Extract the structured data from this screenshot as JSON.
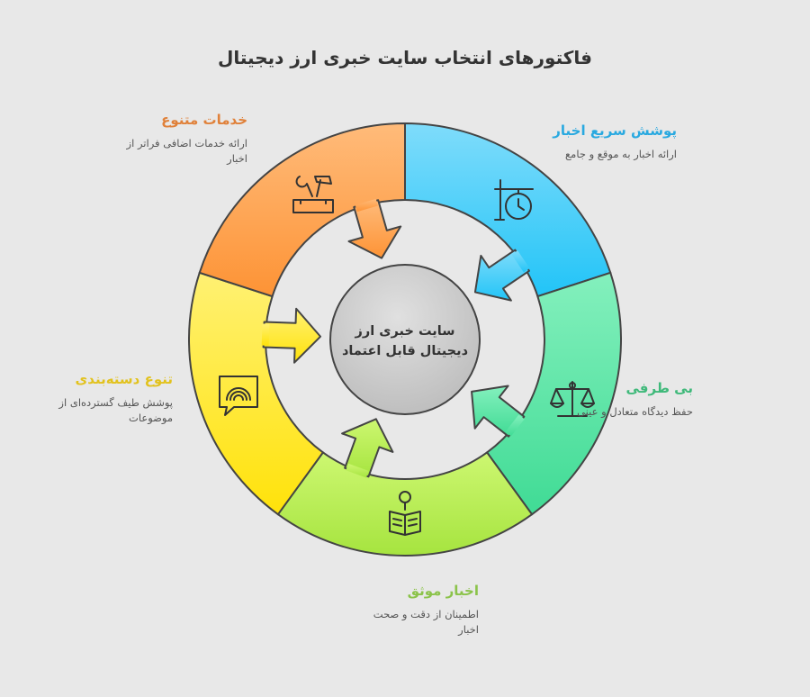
{
  "title": "فاکتورهای انتخاب سایت خبری ارز دیجیتال",
  "center": {
    "line1": "سایت خبری ارز",
    "line2": "دیجیتال قابل اعتماد"
  },
  "factors": [
    {
      "id": "fast",
      "title": "پوشش سریع اخبار",
      "desc": "ارائه اخبار به موقع و جامع",
      "color": "#29a9e0",
      "icon": "clock-sign-icon"
    },
    {
      "id": "neutral",
      "title": "بی طرفی",
      "desc": "حفظ دیدگاه متعادل و عینی",
      "color": "#3fb97a",
      "icon": "balance-scale-icon"
    },
    {
      "id": "reliable",
      "title": "اخبار موثق",
      "desc": "اطمینان از دقت و صحت اخبار",
      "color": "#8bc34a",
      "icon": "reading-news-icon"
    },
    {
      "id": "categories",
      "title": "تنوع دسته‌بندی",
      "desc": "پوشش طیف گسترده‌ای از موضوعات",
      "color": "#e2c21e",
      "icon": "broadcast-chat-icon"
    },
    {
      "id": "services",
      "title": "خدمات متنوع",
      "desc": "ارائه خدمات اضافی فراتر از اخبار",
      "color": "#e0813a",
      "icon": "toolbox-icon"
    }
  ]
}
